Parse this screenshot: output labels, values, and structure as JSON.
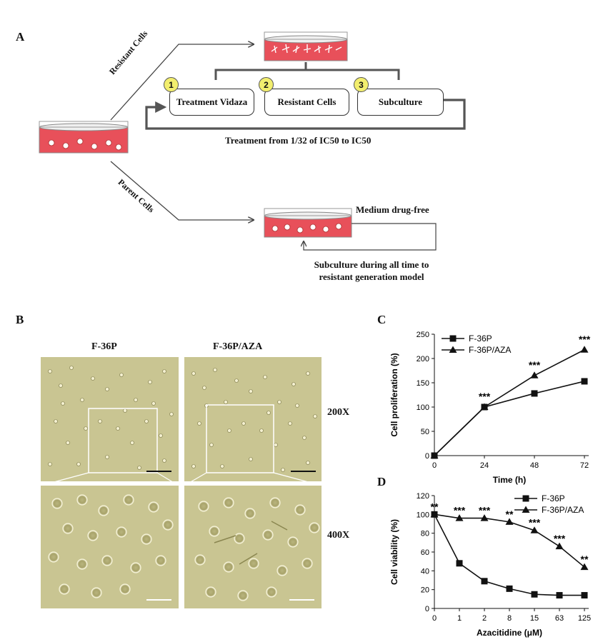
{
  "panelA": {
    "label": "A",
    "branch_resistant": "Resistant Cells",
    "branch_parent": "Parent Cells",
    "steps": [
      {
        "num": "1",
        "label": "Treatment  Vidaza"
      },
      {
        "num": "2",
        "label": "Resistant Cells"
      },
      {
        "num": "3",
        "label": "Subculture"
      }
    ],
    "treatment_note": "Treatment  from 1/32 of IC50 to IC50",
    "medium_note": "Medium drug-free",
    "subculture_note_line1": "Subculture during all time to",
    "subculture_note_line2": "resistant generation model"
  },
  "panelB": {
    "label": "B",
    "col_left": "F-36P",
    "col_right": "F-36P/AZA",
    "row_top": "200X",
    "row_bottom": "400X"
  },
  "panelC": {
    "label": "C"
  },
  "panelD": {
    "label": "D"
  },
  "chart_data": [
    {
      "type": "line",
      "ylabel": "Cell proliferation (%)",
      "xlabel": "Time (h)",
      "x": [
        0,
        24,
        48,
        72
      ],
      "ylim": [
        0,
        250
      ],
      "yticks": [
        0,
        50,
        100,
        150,
        200,
        250
      ],
      "legend_position": "top-left",
      "series": [
        {
          "name": "F-36P",
          "marker": "square",
          "values": [
            0,
            100,
            128,
            153
          ]
        },
        {
          "name": "F-36P/AZA",
          "marker": "triangle",
          "values": [
            0,
            100,
            165,
            218
          ]
        }
      ],
      "annotations": [
        {
          "x": 24,
          "text": "***"
        },
        {
          "x": 48,
          "text": "***"
        },
        {
          "x": 72,
          "text": "***"
        }
      ]
    },
    {
      "type": "line",
      "ylabel": "Cell viability (%)",
      "xlabel": "Azacitidine (μM)",
      "categories": [
        "0",
        "1",
        "2",
        "8",
        "15",
        "63",
        "125"
      ],
      "ylim": [
        0,
        120
      ],
      "yticks": [
        0,
        20,
        40,
        60,
        80,
        100,
        120
      ],
      "legend_position": "top-right",
      "series": [
        {
          "name": "F-36P",
          "marker": "square",
          "values": [
            100,
            48,
            29,
            21,
            15,
            14,
            14
          ]
        },
        {
          "name": "F-36P/AZA",
          "marker": "triangle",
          "values": [
            100,
            96,
            96,
            92,
            83,
            66,
            44
          ]
        }
      ],
      "annotations": [
        {
          "index": 0,
          "text": "**"
        },
        {
          "index": 1,
          "text": "***"
        },
        {
          "index": 2,
          "text": "***"
        },
        {
          "index": 3,
          "text": "**"
        },
        {
          "index": 4,
          "text": "***"
        },
        {
          "index": 5,
          "text": "***"
        },
        {
          "index": 6,
          "text": "**"
        }
      ]
    }
  ],
  "colors": {
    "dish_medium": "#e8505a",
    "badge": "#f2ee6e",
    "micro_bg": "#c9c592"
  }
}
